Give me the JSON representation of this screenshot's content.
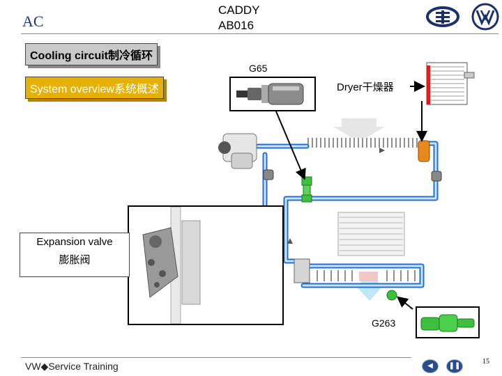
{
  "header": {
    "subject": "AC",
    "course_line1": "CADDY",
    "course_line2": "AB016"
  },
  "titles": {
    "topic": "Cooling circuit制冷循环",
    "subtopic": "System overview系统概述"
  },
  "labels": {
    "g65": "G65",
    "dryer": "Dryer干燥器",
    "expansion_valve_en": "Expansion valve",
    "expansion_valve_cn": "膨胀阀",
    "g263": "G263"
  },
  "footer": {
    "brand": "VW◆Service Training",
    "page_number": "15"
  },
  "icons": [
    "faw-logo-icon",
    "vw-logo-icon",
    "prev-arrow-icon",
    "pause-icon"
  ],
  "colors": {
    "title_blue": "#1f3a78",
    "highlight_orange": "#e6b200",
    "pipe_blue": "#1e6fd9",
    "sensor_green": "#3fbf3f",
    "dryer_orange": "#e88a1a",
    "nav_blue": "#2b4c88"
  }
}
